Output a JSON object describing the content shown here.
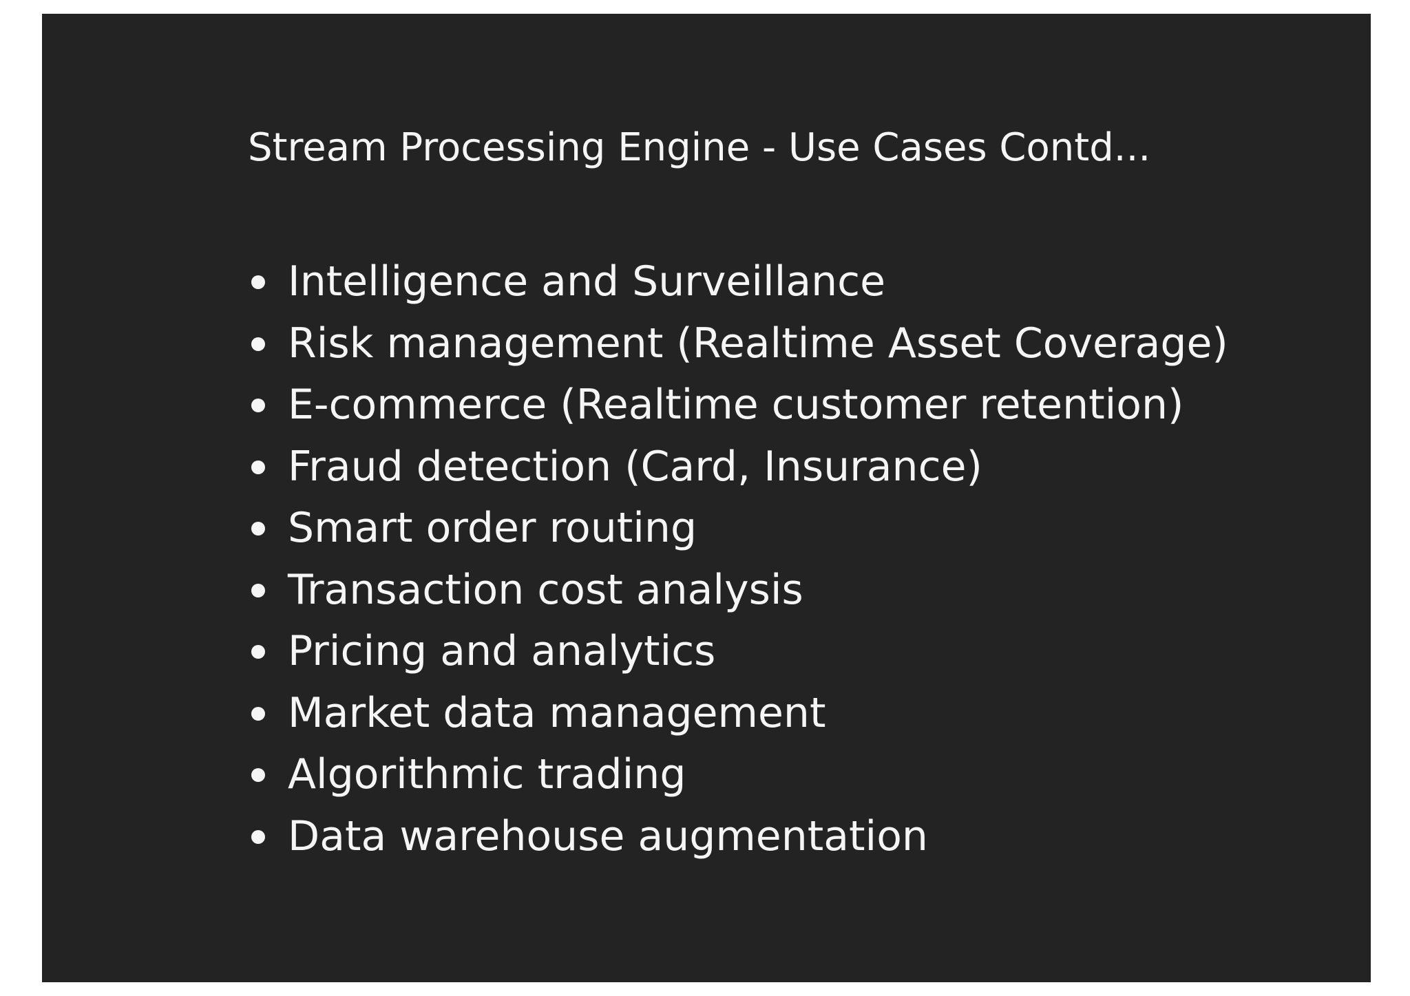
{
  "slide": {
    "title": "Stream Processing Engine - Use Cases Contd...",
    "bullets": [
      "Intelligence and Surveillance",
      "Risk management (Realtime Asset Coverage)",
      "E-commerce (Realtime customer retention)",
      "Fraud detection (Card, Insurance)",
      "Smart order routing",
      "Transaction cost analysis",
      "Pricing and analytics",
      "Market data management",
      "Algorithmic trading",
      "Data warehouse augmentation"
    ]
  },
  "colors": {
    "background": "#232323",
    "text": "#f5f5f5"
  }
}
